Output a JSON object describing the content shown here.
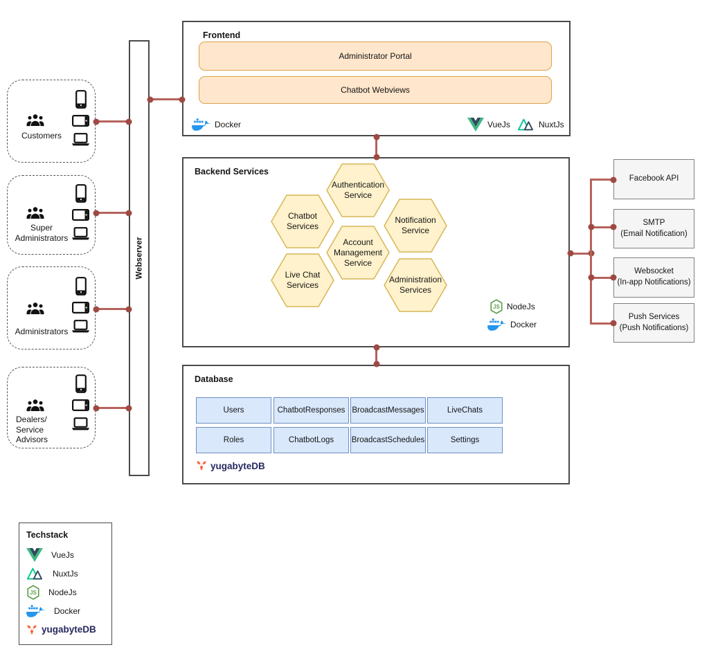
{
  "colors": {
    "connector_line": "#B5625B",
    "connector_dot": "#9E4A43",
    "frontend_component_fill": "#FFE6CC",
    "frontend_component_border": "#D9A24B",
    "hexagon_fill": "#FFF2CC",
    "hexagon_border": "#D6B656",
    "db_table_fill": "#DAE8FC",
    "db_table_border": "#6C8EBF",
    "external_box_fill": "#F5F5F5",
    "panel_border": "#4A4A4A",
    "yugabyte_text": "#26285F"
  },
  "user_groups": [
    {
      "label": "Customers",
      "icon": "users-icon"
    },
    {
      "label": "Super Administrators",
      "icon": "users-icon"
    },
    {
      "label": "Administrators",
      "icon": "users-icon"
    },
    {
      "label": "Dealers/ Service Advisors",
      "icon": "users-icon"
    }
  ],
  "user_group_device_icons": [
    "smartphone-icon",
    "tablet-icon",
    "laptop-icon"
  ],
  "webserver": {
    "label": "Webserver"
  },
  "frontend": {
    "title": "Frontend",
    "components": [
      {
        "label": "Administrator Portal"
      },
      {
        "label": "Chatbot Webviews"
      }
    ],
    "tech": [
      {
        "label": "Docker",
        "icon": "docker-icon"
      },
      {
        "label": "VueJs",
        "icon": "vuejs-icon"
      },
      {
        "label": "NuxtJs",
        "icon": "nuxtjs-icon"
      }
    ]
  },
  "backend": {
    "title": "Backend Services",
    "services": [
      {
        "label": "Authentication Service"
      },
      {
        "label": "Chatbot Services"
      },
      {
        "label": "Notification Service"
      },
      {
        "label": "Account Management Service"
      },
      {
        "label": "Live Chat Services"
      },
      {
        "label": "Administration Services"
      }
    ],
    "tech": [
      {
        "label": "NodeJs",
        "icon": "nodejs-icon"
      },
      {
        "label": "Docker",
        "icon": "docker-icon"
      }
    ]
  },
  "database": {
    "title": "Database",
    "tables": [
      "Users",
      "ChatbotResponses",
      "BroadcastMessages",
      "LiveChats",
      "Roles",
      "ChatbotLogs",
      "BroadcastSchedules",
      "Settings"
    ],
    "tech": [
      {
        "label": "yugabyteDB",
        "icon": "yugabytedb-icon"
      }
    ]
  },
  "external_services": [
    {
      "line1": "Facebook API",
      "line2": ""
    },
    {
      "line1": "SMTP",
      "line2": "(Email Notification)"
    },
    {
      "line1": "Websocket",
      "line2": "(In-app Notifications)"
    },
    {
      "line1": "Push Services",
      "line2": "(Push Notifications)"
    }
  ],
  "techstack": {
    "title": "Techstack",
    "items": [
      {
        "label": "VueJs",
        "icon": "vuejs-icon"
      },
      {
        "label": "NuxtJs",
        "icon": "nuxtjs-icon"
      },
      {
        "label": "NodeJs",
        "icon": "nodejs-icon"
      },
      {
        "label": "Docker",
        "icon": "docker-icon"
      },
      {
        "label": "yugabyteDB",
        "icon": "yugabytedb-icon"
      }
    ]
  }
}
